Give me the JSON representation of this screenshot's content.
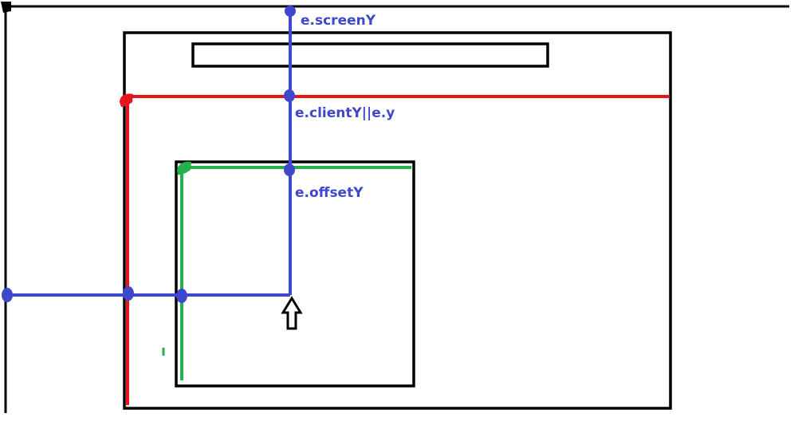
{
  "labels": {
    "screen_y": "e.screenY",
    "client_y": "e.clientY||e.y",
    "offset_y": "e.offsetY"
  },
  "colors": {
    "screen": "#000000",
    "client": "#e8141c",
    "offset": "#22b14c",
    "pointer_lines": "#3f48cc",
    "outline": "#000000",
    "background": "#ffffff"
  },
  "icons": {
    "cursor": "up-arrow-icon"
  }
}
